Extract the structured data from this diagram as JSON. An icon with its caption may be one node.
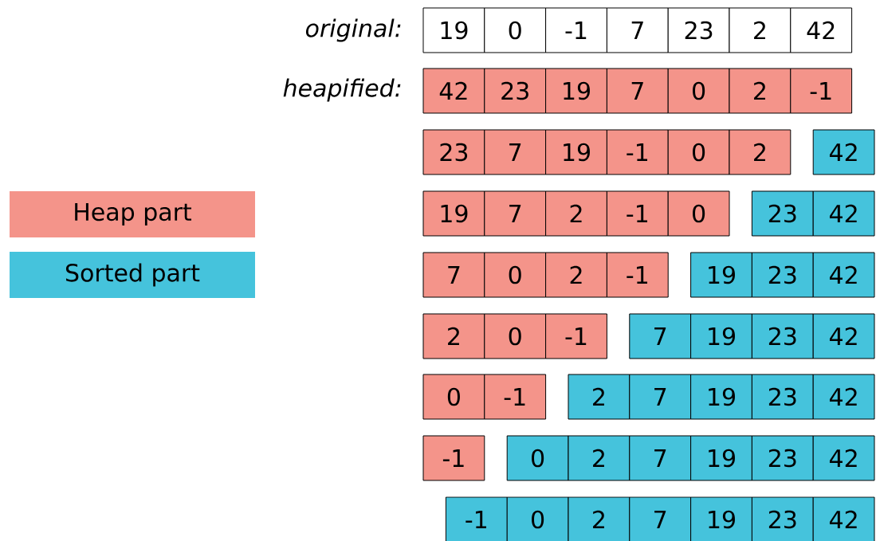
{
  "diagram": {
    "nodes": [
      {
        "text": [
          "19"
        ]
      },
      {
        "text": [
          "0"
        ]
      },
      {
        "text": [
          "-1"
        ]
      },
      {
        "text": [
          "7"
        ]
      },
      {
        "text": [
          "23"
        ]
      },
      {
        "text": [
          "2"
        ]
      },
      {
        "text": [
          "42"
        ]
      },
      {
        "text": [
          "42"
        ]
      },
      {
        "text": [
          "23"
        ]
      },
      {
        "text": [
          "19"
        ]
      },
      {
        "text": [
          "7"
        ]
      },
      {
        "text": [
          "0"
        ]
      },
      {
        "text": [
          "2"
        ]
      },
      {
        "text": [
          "-1"
        ]
      },
      {
        "text": [
          "23"
        ]
      },
      {
        "text": [
          "7"
        ]
      },
      {
        "text": [
          "19"
        ]
      },
      {
        "text": [
          "-1"
        ]
      },
      {
        "text": [
          "0"
        ]
      },
      {
        "text": [
          "2"
        ]
      },
      {
        "text": [
          "42"
        ]
      },
      {
        "text": [
          "19"
        ]
      },
      {
        "text": [
          "7"
        ]
      },
      {
        "text": [
          "2"
        ]
      },
      {
        "text": [
          "-1"
        ]
      },
      {
        "text": [
          "0"
        ]
      },
      {
        "text": [
          "23"
        ]
      },
      {
        "text": [
          "42"
        ]
      },
      {
        "text": [
          "7"
        ]
      },
      {
        "text": [
          "0"
        ]
      },
      {
        "text": [
          "2"
        ]
      },
      {
        "text": [
          "-1"
        ]
      },
      {
        "text": [
          "19"
        ]
      },
      {
        "text": [
          "23"
        ]
      },
      {
        "text": [
          "42"
        ]
      },
      {
        "text": [
          "2"
        ]
      },
      {
        "text": [
          "0"
        ]
      },
      {
        "text": [
          "-1"
        ]
      },
      {
        "text": [
          "7"
        ]
      },
      {
        "text": [
          "19"
        ]
      },
      {
        "text": [
          "23"
        ]
      },
      {
        "text": [
          "42"
        ]
      },
      {
        "text": [
          "0"
        ]
      },
      {
        "text": [
          "-1"
        ]
      },
      {
        "text": [
          "2"
        ]
      },
      {
        "text": [
          "7"
        ]
      },
      {
        "text": [
          "19"
        ]
      },
      {
        "text": [
          "23"
        ]
      },
      {
        "text": [
          "42"
        ]
      },
      {
        "text": [
          "-1"
        ]
      },
      {
        "text": [
          "0"
        ]
      },
      {
        "text": [
          "2"
        ]
      },
      {
        "text": [
          "7"
        ]
      },
      {
        "text": [
          "19"
        ]
      },
      {
        "text": [
          "23"
        ]
      },
      {
        "text": [
          "42"
        ]
      },
      {
        "text": [
          "-1"
        ]
      },
      {
        "text": [
          "0"
        ]
      },
      {
        "text": [
          "2"
        ]
      },
      {
        "text": [
          "7"
        ]
      },
      {
        "text": [
          "19"
        ]
      },
      {
        "text": [
          "23"
        ]
      },
      {
        "text": [
          "42"
        ]
      }
    ],
    "labels": [
      "original:",
      "heapified:"
    ],
    "legend": [
      {
        "text": "Heap part",
        "color": "#f4948a"
      },
      {
        "text": "Sorted part",
        "color": "#45c3dc"
      }
    ]
  }
}
